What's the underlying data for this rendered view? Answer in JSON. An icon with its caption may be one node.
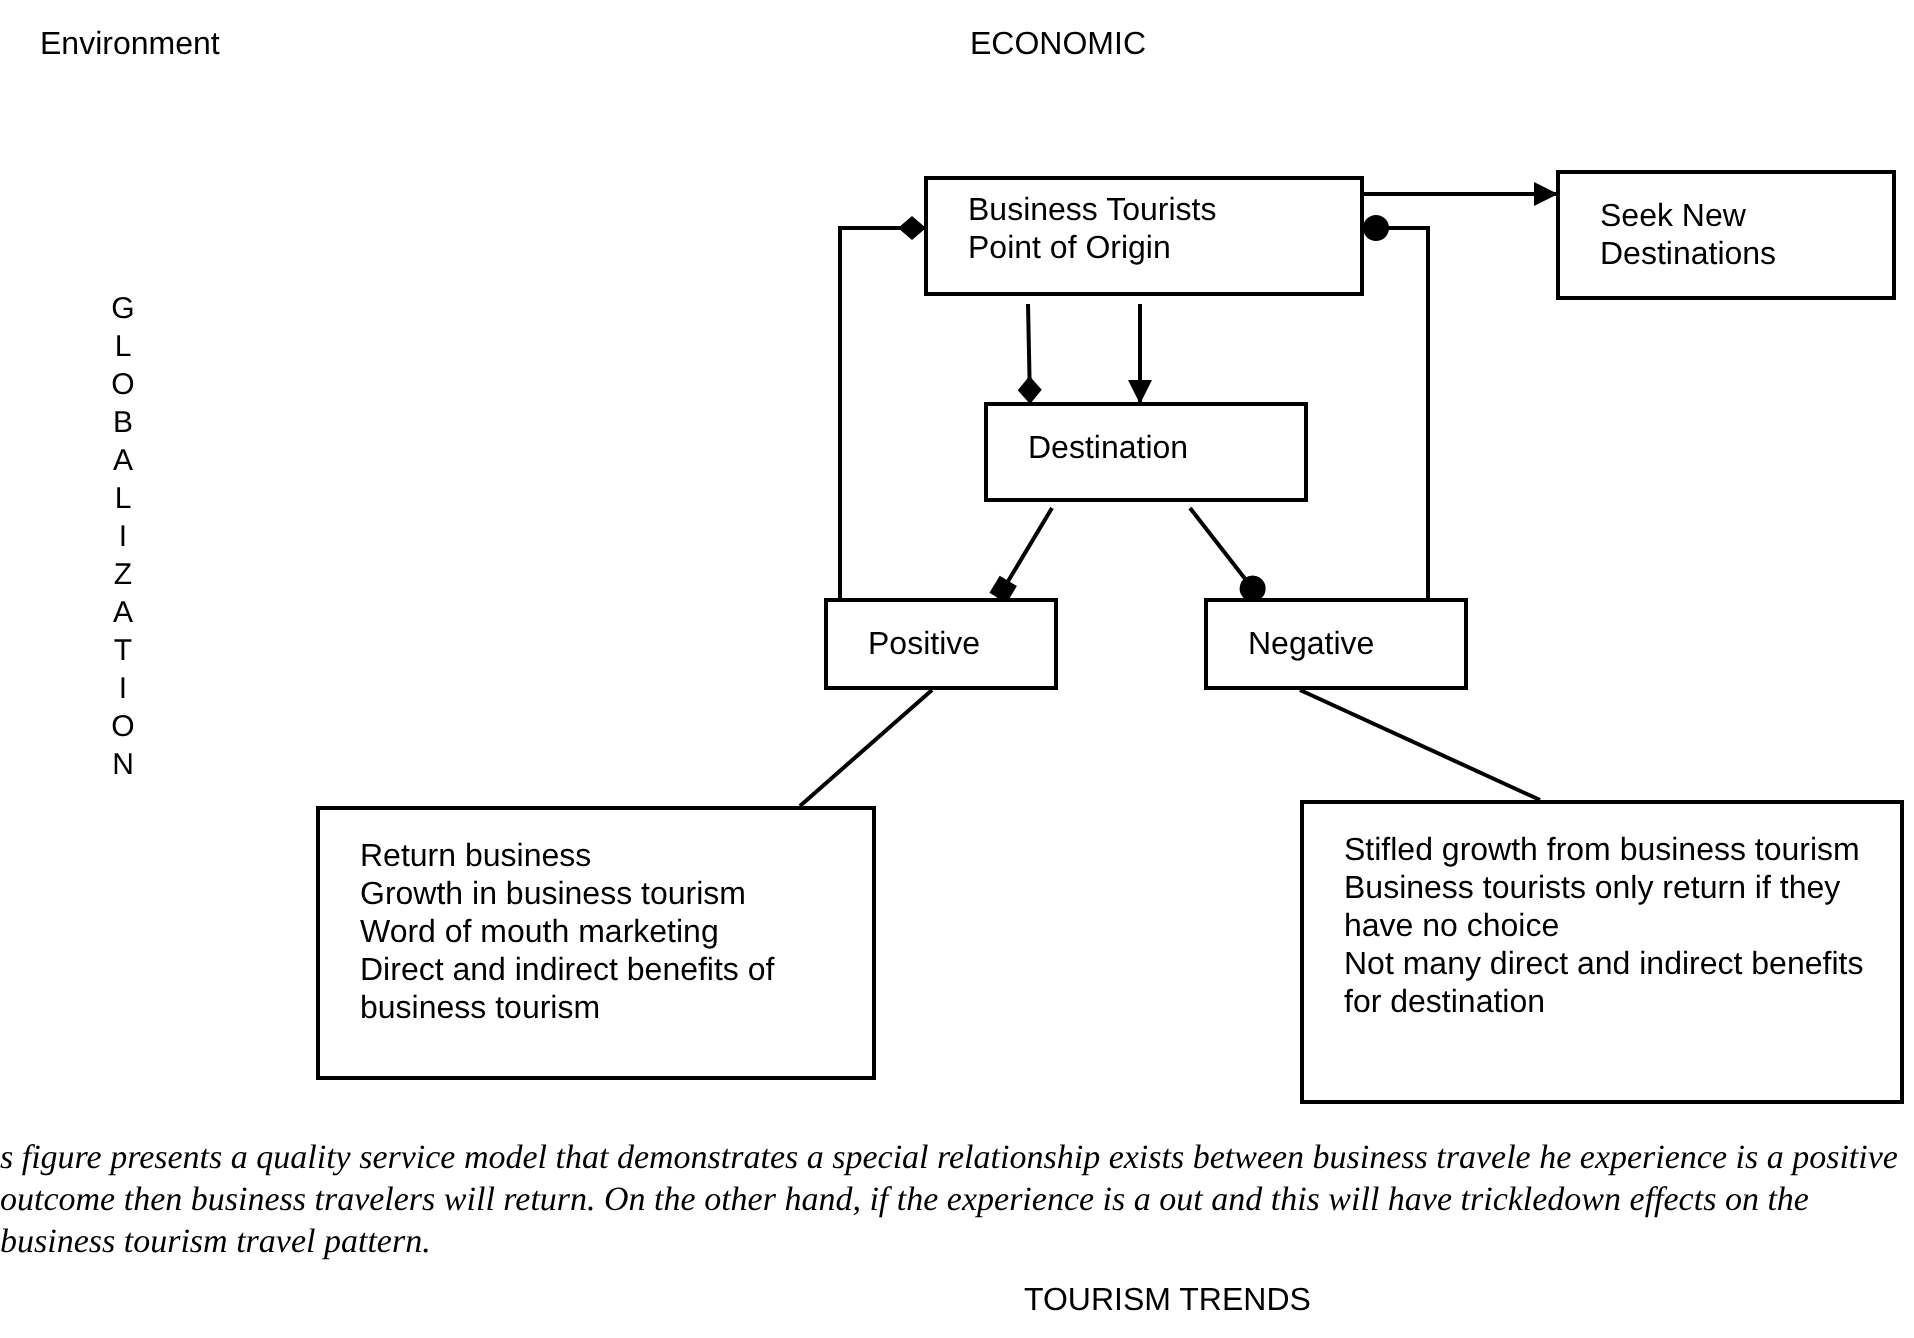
{
  "diagram": {
    "caption": "s figure presents a quality service model that demonstrates a special relationship exists between business travele he experience is a positive outcome then business travelers will return. On the other hand, if the experience is a out and this will have trickledown effects on the business tourism travel pattern.",
    "nodes": [
      {
        "text": [
          "Business Tourists Point of Origin"
        ]
      },
      {
        "text": [
          "Seek New Destinations"
        ]
      },
      {
        "text": [
          "Destination"
        ]
      },
      {
        "text": [
          "Positive"
        ]
      },
      {
        "text": [
          "Negative"
        ]
      },
      {
        "text": [
          "Return business",
          "Growth in business tourism",
          "Word of mouth marketing",
          "Direct and indirect benefits of business tourism"
        ]
      },
      {
        "text": [
          "Stifled growth from business tourism",
          "Business tourists only return if they have no choice",
          "Not many direct and indirect benefits for destination"
        ]
      }
    ],
    "edges": [
      {
        "from": 0,
        "to": 1,
        "arrow": "to"
      },
      {
        "from": 0,
        "to": 2,
        "arrow": "other"
      },
      {
        "from": 0,
        "to": 2,
        "arrow": "to"
      },
      {
        "from": 2,
        "to": 3,
        "arrow": "other"
      },
      {
        "from": 2,
        "to": 4,
        "arrow": "other"
      },
      {
        "from": 3,
        "to": 0,
        "arrow": "other"
      },
      {
        "from": 4,
        "to": 0,
        "arrow": "other"
      },
      {
        "from": 3,
        "to": 5,
        "arrow": "none"
      },
      {
        "from": 4,
        "to": 6,
        "arrow": "none"
      }
    ],
    "labels": [
      "Environment",
      "ECONOMIC",
      "GLOBALIZATION",
      "TOURISM TRENDS"
    ]
  }
}
